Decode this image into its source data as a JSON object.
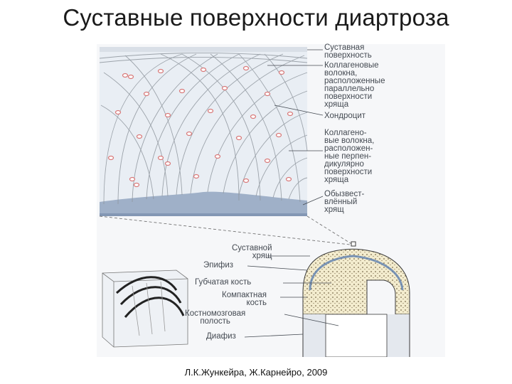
{
  "slide": {
    "title": "Суставные поверхности диартроза",
    "caption": "Л.К.Жункейра, Ж.Карнейро, 2009"
  },
  "upper_labels": [
    {
      "id": "articular-surface",
      "text": "Суставная\nповерхность"
    },
    {
      "id": "collagen-parallel",
      "text": "Коллагеновые\nволокна,\nрасположенные\nпараллельно\nповерхности\nхряща"
    },
    {
      "id": "chondrocyte",
      "text": "Хондроцит"
    },
    {
      "id": "collagen-perpendicular",
      "text": "Коллагено-\nвые волокна,\nрасположен-\nные перпен-\nдикулярно\nповерхности\nхряща"
    },
    {
      "id": "calcified-cartilage",
      "text": "Обызвест-\nвлённый\nхрящ"
    }
  ],
  "lower_labels": [
    {
      "id": "articular-cartilage",
      "text": "Суставной\nхрящ"
    },
    {
      "id": "epiphysis",
      "text": "Эпифиз"
    },
    {
      "id": "spongy-bone",
      "text": "Губчатая кость"
    },
    {
      "id": "compact-bone",
      "text": "Компактная\nкость"
    },
    {
      "id": "marrow-cavity",
      "text": "Костномозговая\nполость"
    },
    {
      "id": "diaphysis",
      "text": "Диафиз"
    }
  ],
  "colors": {
    "cartilage_bg": "#e9eef4",
    "fiber": "#8f969e",
    "chondrocyte": "#d87878",
    "calcified": "#9fb0c8",
    "bone_tan": "#f0e8c8",
    "label_text": "#444a52"
  }
}
